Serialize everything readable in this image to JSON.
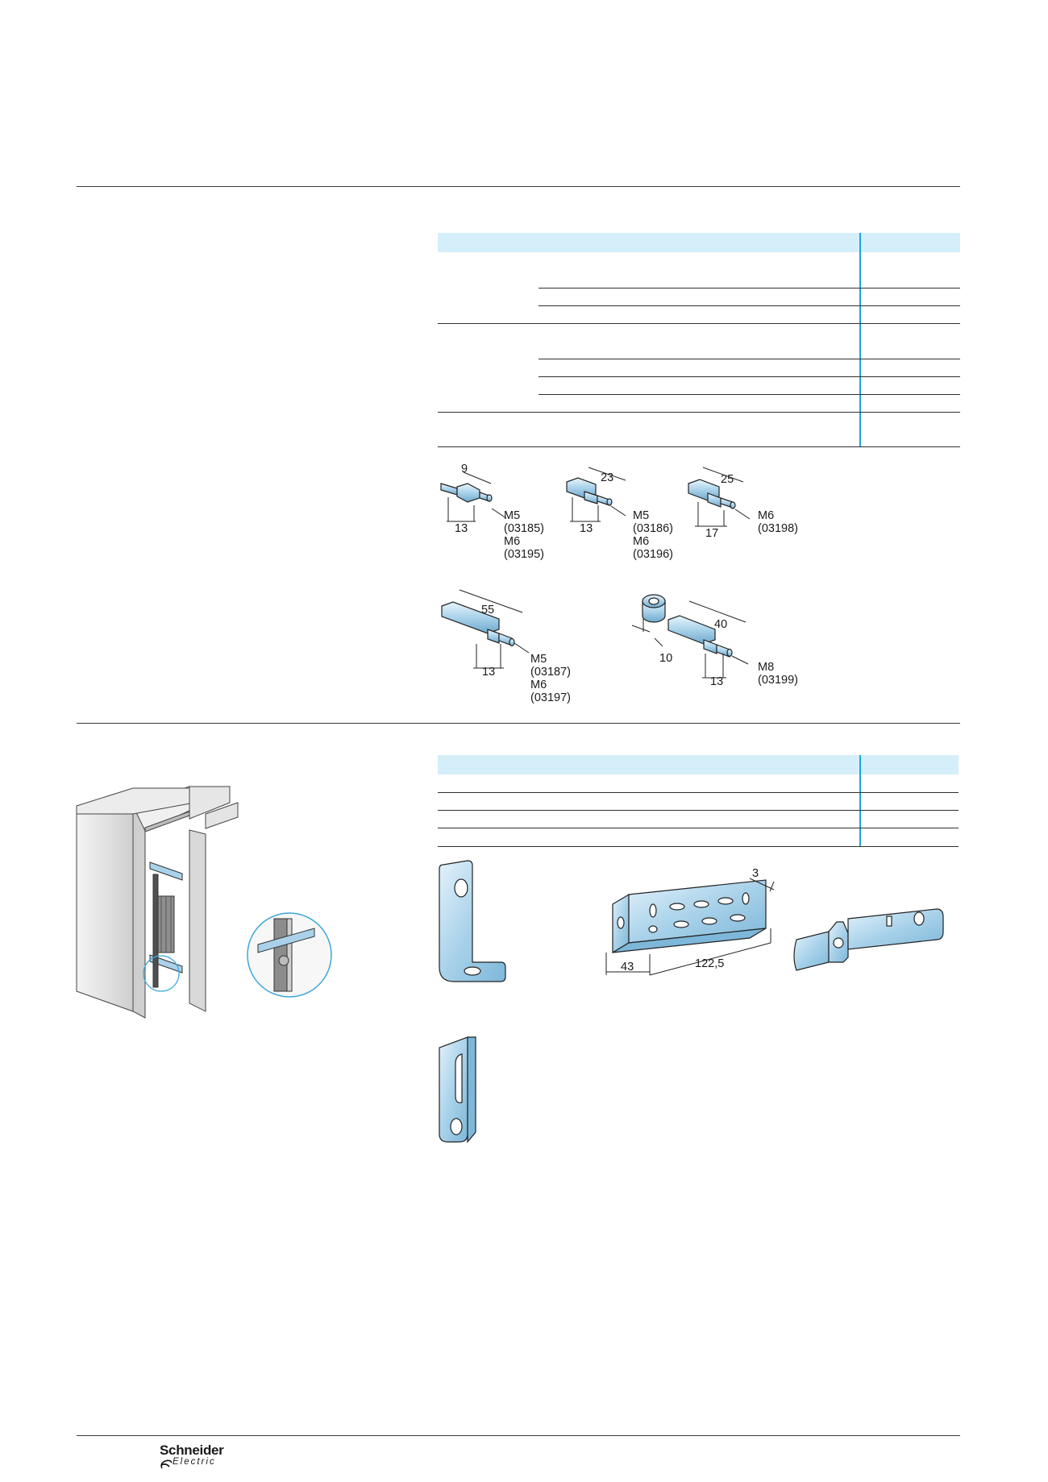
{
  "standoffs": {
    "s1": {
      "length": "9",
      "base": "13",
      "t1": "M5",
      "t2": "(03185)",
      "t3": "M6",
      "t4": "(03195)"
    },
    "s2": {
      "length": "23",
      "base": "13",
      "t1": "M5",
      "t2": "(03186)",
      "t3": "M6",
      "t4": "(03196)"
    },
    "s3": {
      "length": "25",
      "base": "17",
      "t1": "M6",
      "t2": "(03198)"
    },
    "s4": {
      "length": "55",
      "base": "13",
      "t1": "M5",
      "t2": "(03187)",
      "t3": "M6",
      "t4": "(03197)"
    },
    "s5": {
      "spacer": "10",
      "length": "40",
      "base": "13",
      "t1": "M8",
      "t2": "(03199)"
    }
  },
  "brackets": {
    "thickness": "3",
    "depth": "43",
    "length": "122,5"
  },
  "footer": {
    "brand": "Schneider",
    "brand_sub": "Electric"
  },
  "colors": {
    "table_header": "#d5effa",
    "accent": "#1fa3dc",
    "metal": "#a9d2ea"
  }
}
